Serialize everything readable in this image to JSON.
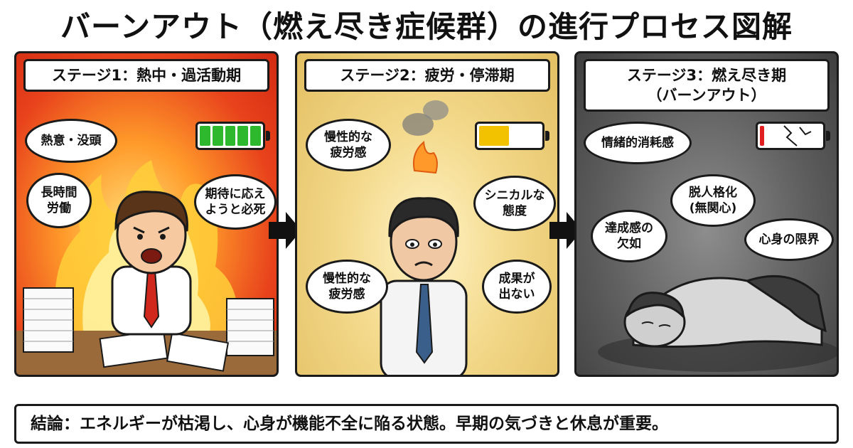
{
  "title": "バーンアウト（燃え尽き症候群）の進行プロセス図解",
  "stages": [
    {
      "header": "ステージ1：熱中・過活動期",
      "battery_level": 1.0,
      "battery_color": "#2eb82e",
      "bubbles": [
        "熱意・没頭",
        "長時間\n労働",
        "期待に応え\nようと必死"
      ]
    },
    {
      "header": "ステージ2：疲労・停滞期",
      "battery_level": 0.5,
      "battery_color": "#f2c200",
      "bubbles": [
        "慢性的な\n疲労感",
        "シニカルな\n態度",
        "慢性的な\n疲労感",
        "成果が\n出ない"
      ]
    },
    {
      "header_line1": "ステージ3：燃え尽き期",
      "header_line2": "（バーンアウト）",
      "battery_level": 0.1,
      "battery_color": "#e02020",
      "bubbles": [
        "情緒的消耗感",
        "脱人格化\n(無関心)",
        "達成感の\n欠如",
        "心身の限界"
      ]
    }
  ],
  "conclusion": "結論：エネルギーが枯渇し、心身が機能不全に陥る状態。早期の気づきと休息が重要。"
}
